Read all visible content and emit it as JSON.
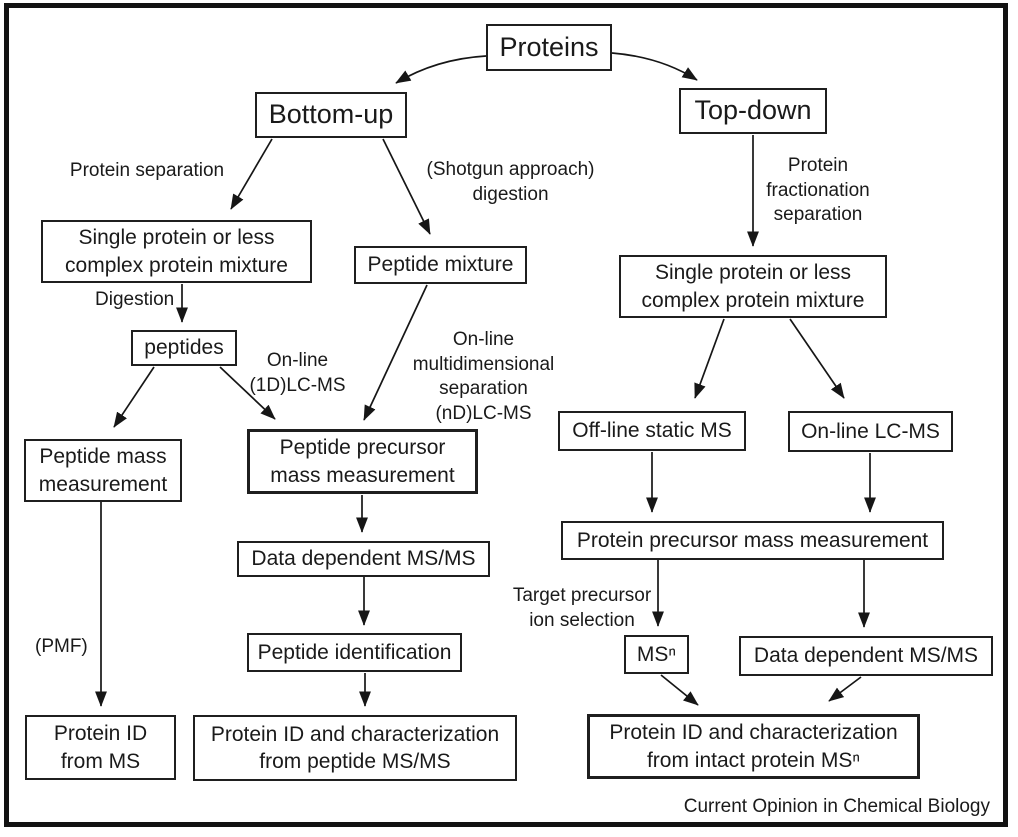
{
  "colors": {
    "ink": "#1a1a1a",
    "background": "#ffffff"
  },
  "nodes": {
    "proteins": "Proteins",
    "bottom_up": "Bottom-up",
    "top_down": "Top-down",
    "single_protein_left": "Single protein or less\ncomplex protein mixture",
    "peptide_mixture": "Peptide mixture",
    "peptides": "peptides",
    "peptide_mass_measurement": "Peptide mass\nmeasurement",
    "peptide_precursor_mass_measurement": "Peptide precursor\nmass measurement",
    "data_dependent_msms_left": "Data dependent MS/MS",
    "peptide_identification": "Peptide identification",
    "protein_id_from_ms": "Protein ID\nfrom MS",
    "protein_id_peptide_msms": "Protein ID and characterization\nfrom peptide MS/MS",
    "single_protein_right": "Single protein or less\ncomplex protein mixture",
    "offline_static_ms": "Off-line static MS",
    "online_lcms": "On-line LC-MS",
    "protein_precursor_mass_measurement": "Protein precursor mass measurement",
    "msn": "MSⁿ",
    "data_dependent_msms_right": "Data dependent MS/MS",
    "protein_id_intact": "Protein ID and characterization\nfrom intact protein MSⁿ"
  },
  "edge_labels": {
    "protein_separation": "Protein separation",
    "shotgun_digestion": "(Shotgun approach)\ndigestion",
    "digestion": "Digestion",
    "online_1d_lcms": "On-line\n(1D)LC-MS",
    "online_nd_lcms": "On-line\nmultidimensional\nseparation\n(nD)LC-MS",
    "protein_fractionation": "Protein\nfractionation\nseparation",
    "target_precursor_ion_selection": "Target precursor\nion selection",
    "pmf": "(PMF)"
  },
  "footer": {
    "attribution": "Current Opinion in Chemical Biology"
  }
}
